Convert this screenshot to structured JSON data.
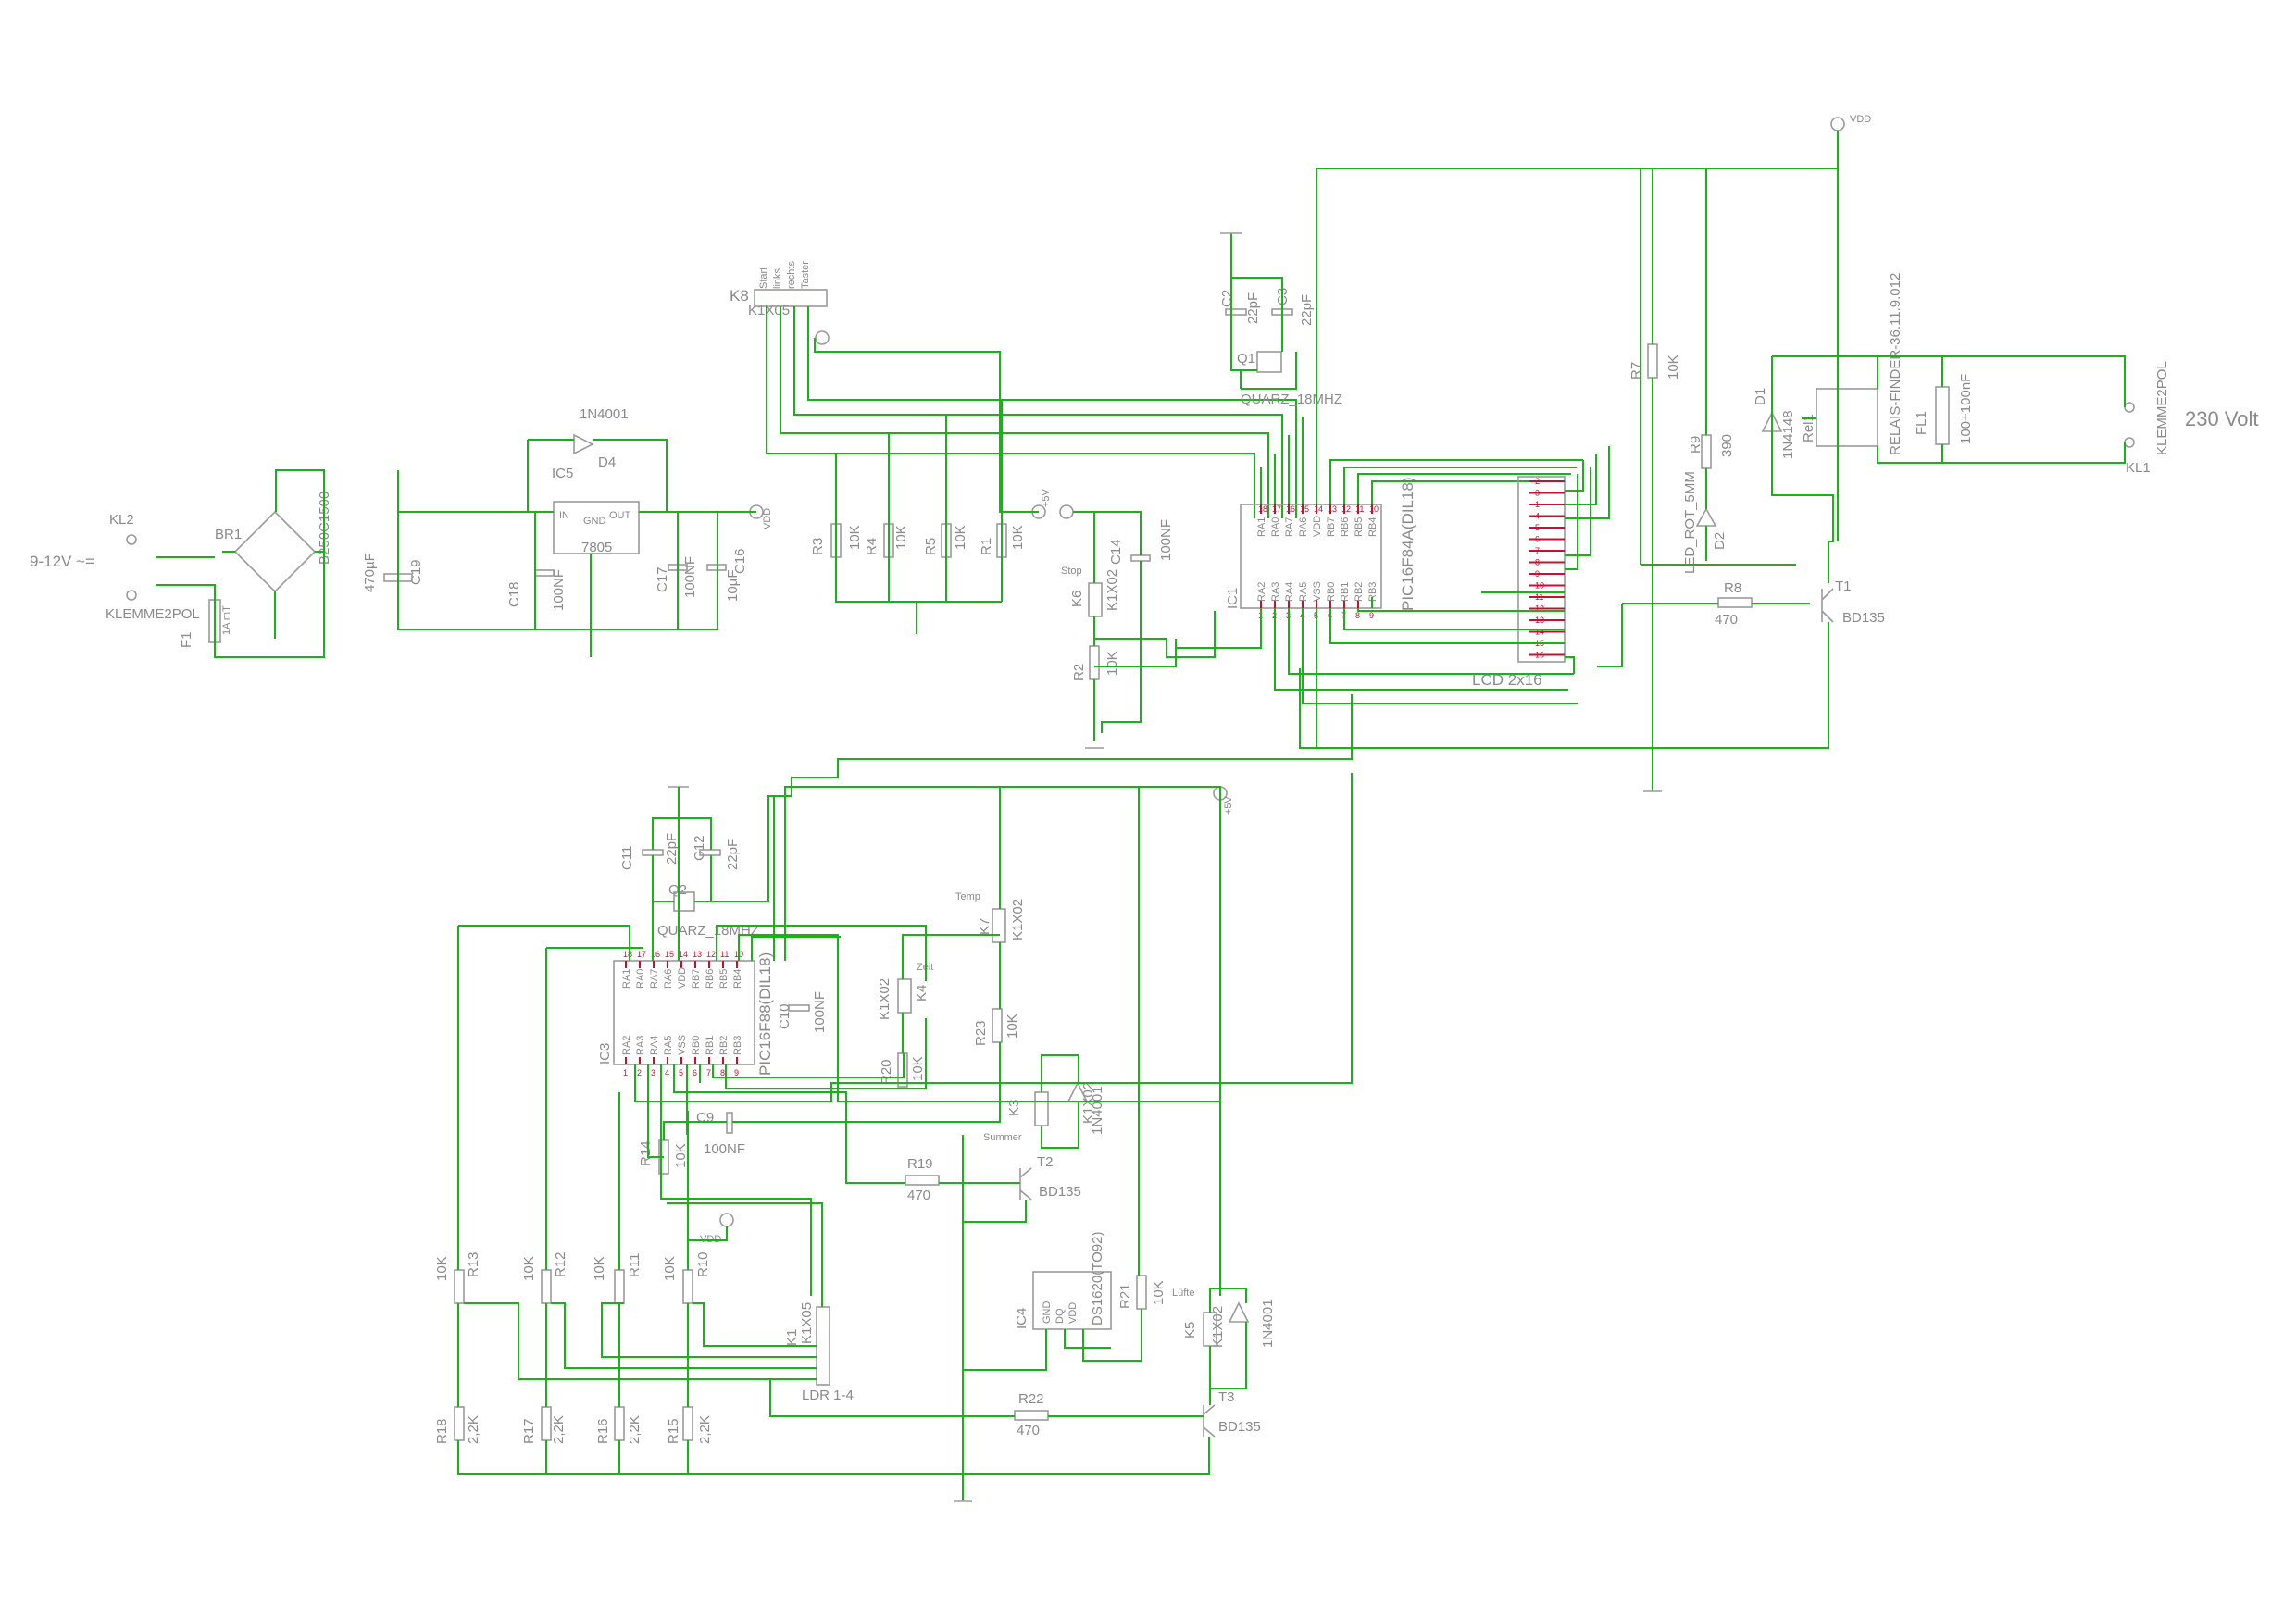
{
  "supply": {
    "input_label": "9-12V ~=",
    "kl2": "KL2",
    "klemme2pol": "KLEMME2POL",
    "f1": "F1",
    "f1_val": "1A mT",
    "br1": "BR1",
    "br1_val": "B250C1500",
    "c19": "C19",
    "c19_val": "470µF",
    "c18": "C18",
    "c18_val": "100NF",
    "ic5": "IC5",
    "ic5_val": "7805",
    "ic5_in": "IN",
    "ic5_out": "OUT",
    "ic5_gnd": "GND",
    "d4": "D4",
    "d4_val": "1N4001",
    "c17": "C17",
    "c17_val": "100NF",
    "c16": "C16",
    "c16_val": "10µF",
    "vdd": "VDD"
  },
  "buttons": {
    "k8": "K8",
    "k8_val": "K1X05",
    "pins": [
      "Start",
      "links",
      "rechts",
      "Taster"
    ],
    "r3": "R3",
    "r3_val": "10K",
    "r4": "R4",
    "r4_val": "10K",
    "r5": "R5",
    "r5_val": "10K",
    "r1": "R1",
    "r1_val": "10K",
    "plus5v": "+5V"
  },
  "crystal1": {
    "c2": "C2",
    "c2_val": "22pF",
    "c3": "C3",
    "c3_val": "22pF",
    "q1": "Q1",
    "q1_val": "QUARZ_18MHZ"
  },
  "stop": {
    "c14": "C14",
    "c14_val": "100NF",
    "k6": "K6",
    "k6_val": "K1X02",
    "label": "Stop",
    "r2": "R2",
    "r2_val": "10K",
    "plus5v": "+5V"
  },
  "ic1": {
    "name": "IC1",
    "type": "PIC16F84A(DIL18)",
    "top_pins": [
      "RA1",
      "RA0",
      "RA7",
      "RA6",
      "VDD",
      "RB7",
      "RB6",
      "RB5",
      "RB4"
    ],
    "top_nums": [
      "18",
      "17",
      "16",
      "15",
      "14",
      "13",
      "12",
      "11",
      "10"
    ],
    "bot_pins": [
      "RA2",
      "RA3",
      "RA4",
      "RA5",
      "VSS",
      "RB0",
      "RB1",
      "RB2",
      "RB3"
    ],
    "bot_nums": [
      "1",
      "2",
      "3",
      "4",
      "5",
      "6",
      "7",
      "8",
      "9"
    ]
  },
  "lcd": {
    "name": "LCD 2x16",
    "pin_nums": [
      "2",
      "3",
      "1",
      "4",
      "5",
      "6",
      "7",
      "8",
      "9",
      "10",
      "11",
      "12",
      "13",
      "14",
      "15",
      "16"
    ]
  },
  "relay": {
    "vdd": "VDD",
    "r7": "R7",
    "r7_val": "10K",
    "r9": "R9",
    "r9_val": "390",
    "d1": "D1",
    "d1_val": "1N4148",
    "rel1": "Rel1",
    "rel_val": "RELAIS-FINDER-36.11.9.012",
    "fl1": "FL1",
    "fl1_val": "100+100nF",
    "kl1": "KL1",
    "klemme": "KLEMME2POL",
    "mains": "230 Volt",
    "d2": "D2",
    "d2_val": "LED_ROT_5MM",
    "r8": "R8",
    "r8_val": "470",
    "t1": "T1",
    "t1_val": "BD135"
  },
  "ic3": {
    "name": "IC3",
    "type": "PIC16F88(DIL18)",
    "top_pins": [
      "RA1",
      "RA0",
      "RA7",
      "RA6",
      "VDD",
      "RB7",
      "RB6",
      "RB5",
      "RB4"
    ],
    "top_nums": [
      "18",
      "17",
      "16",
      "15",
      "14",
      "13",
      "12",
      "11",
      "10"
    ],
    "bot_pins": [
      "RA2",
      "RA3",
      "RA4",
      "RA5",
      "VSS",
      "RB0",
      "RB1",
      "RB2",
      "RB3"
    ],
    "bot_nums": [
      "1",
      "2",
      "3",
      "4",
      "5",
      "6",
      "7",
      "8",
      "9"
    ]
  },
  "crystal2": {
    "c11": "C11",
    "c11_val": "22pF",
    "c12": "C12",
    "c12_val": "22pF",
    "q2": "Q2",
    "q2_val": "QUARZ_18MHZ"
  },
  "lower": {
    "c10": "C10",
    "c10_val": "100NF",
    "c9": "C9",
    "c9_val": "100NF",
    "plus5v": "+5V",
    "k7": "K7",
    "k7_val": "K1X02",
    "k7_label": "Temp",
    "k4": "K4",
    "k4_val": "K1X02",
    "k4_label": "Zeit",
    "r23": "R23",
    "r23_val": "10K",
    "r20": "R20",
    "r20_val": "10K",
    "k3": "K3",
    "k3_val": "K1X02",
    "k3_label": "Summer",
    "d3_val": "1N4001",
    "r14": "R14",
    "r14_val": "10K",
    "r19": "R19",
    "r19_val": "470",
    "t2": "T2",
    "t2_val": "BD135",
    "vdd": "VDD",
    "r13": "R13",
    "r13_val": "10K",
    "r12": "R12",
    "r12_val": "10K",
    "r11": "R11",
    "r11_val": "10K",
    "r10": "R10",
    "r10_val": "10K",
    "k1": "K1",
    "k1_val": "K1X05",
    "ldr": "LDR 1-4",
    "ic4": "IC4",
    "ic4_val": "DS1620(TO92)",
    "ic4_pins": [
      "GND",
      "DQ",
      "VDD"
    ],
    "r21": "R21",
    "r21_val": "10K",
    "k5": "K5",
    "k5_val": "K1X02",
    "k5_label": "Lüfte",
    "d5_val": "1N4001",
    "r22": "R22",
    "r22_val": "470",
    "t3": "T3",
    "t3_val": "BD135",
    "r18": "R18",
    "r18_val": "2,2K",
    "r17": "R17",
    "r17_val": "2,2K",
    "r16": "R16",
    "r16_val": "2,2K",
    "r15": "R15",
    "r15_val": "2,2K"
  }
}
